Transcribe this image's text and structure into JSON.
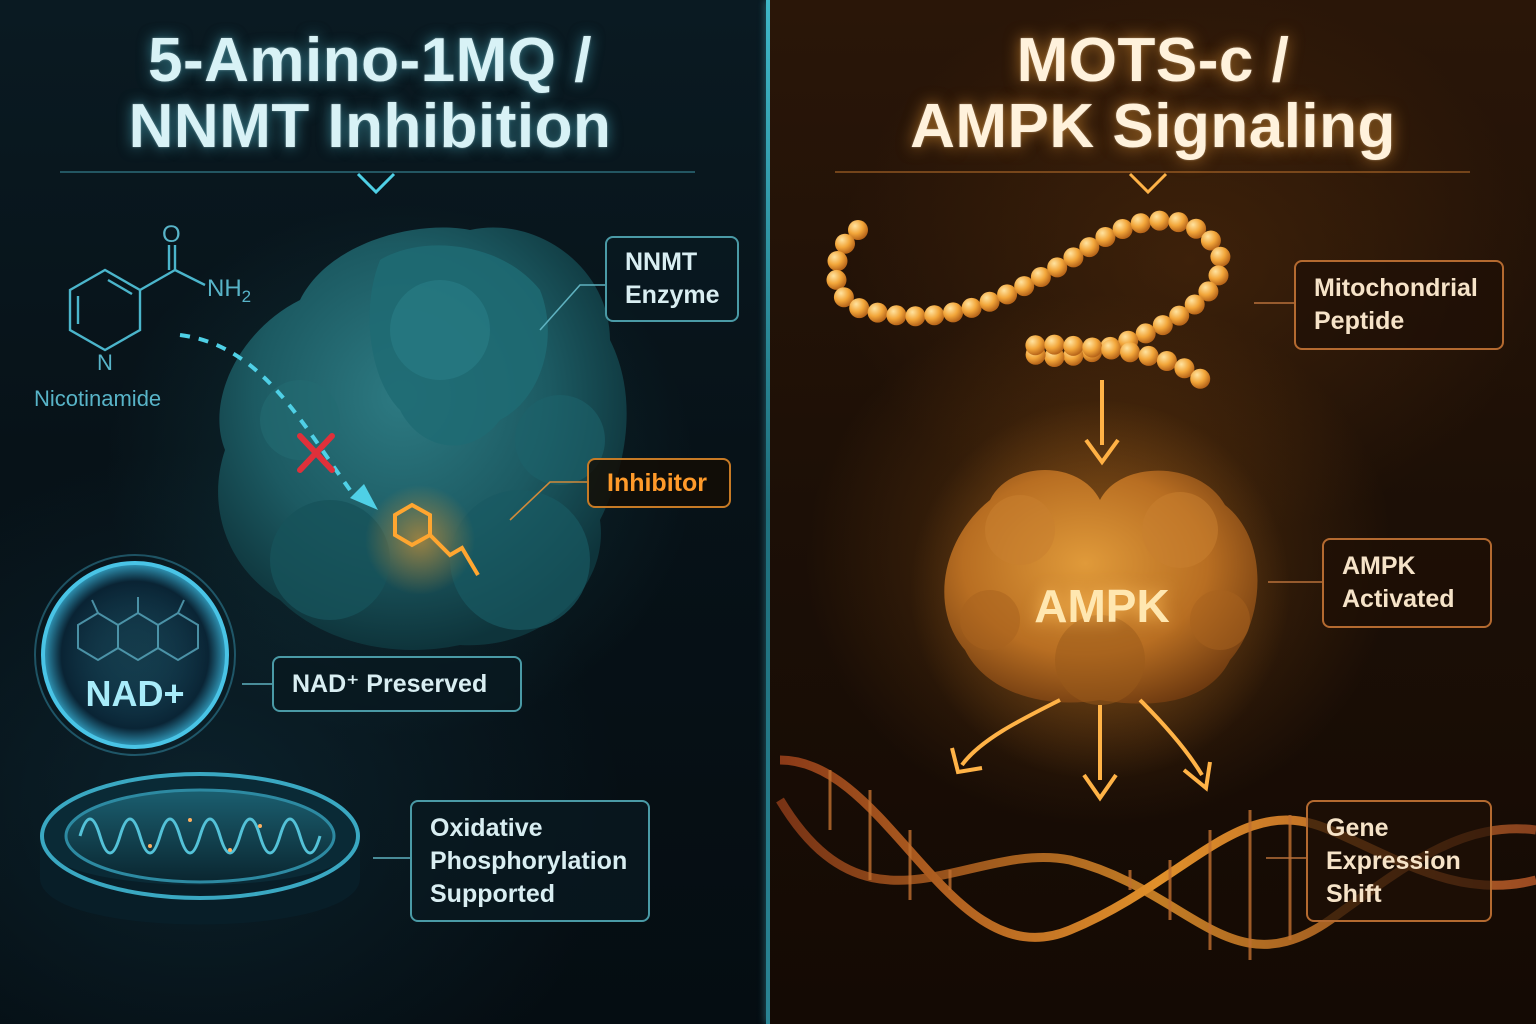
{
  "left_panel": {
    "title_lines": [
      "5-Amino-1MQ /",
      "NNMT Inhibition"
    ],
    "molecule": {
      "name": "Nicotinamide",
      "carbonyl_atom": "O",
      "amide_group": "NH",
      "amide_subscript": "2",
      "ring_atom": "N"
    },
    "nad_badge": "NAD+",
    "labels": {
      "nnmt_enzyme": [
        "NNMT",
        "Enzyme"
      ],
      "inhibitor": "Inhibitor",
      "nad_preserved": "NAD⁺ Preserved",
      "oxidative": [
        "Oxidative",
        "Phosphorylation",
        "Supported"
      ]
    },
    "colors": {
      "accent": "#4fd0e6",
      "blocked": "#e0303a",
      "inhibitor": "#ff9a2a"
    }
  },
  "right_panel": {
    "title_lines": [
      "MOTS-c /",
      "AMPK Signaling"
    ],
    "ampk_center": "AMPK",
    "labels": {
      "mito_peptide": [
        "Mitochondrial",
        "Peptide"
      ],
      "ampk_activated": [
        "AMPK",
        "Activated"
      ],
      "gene_expression": [
        "Gene",
        "Expression",
        "Shift"
      ]
    },
    "colors": {
      "accent": "#ffb347",
      "bead": "#f5a93a"
    }
  }
}
